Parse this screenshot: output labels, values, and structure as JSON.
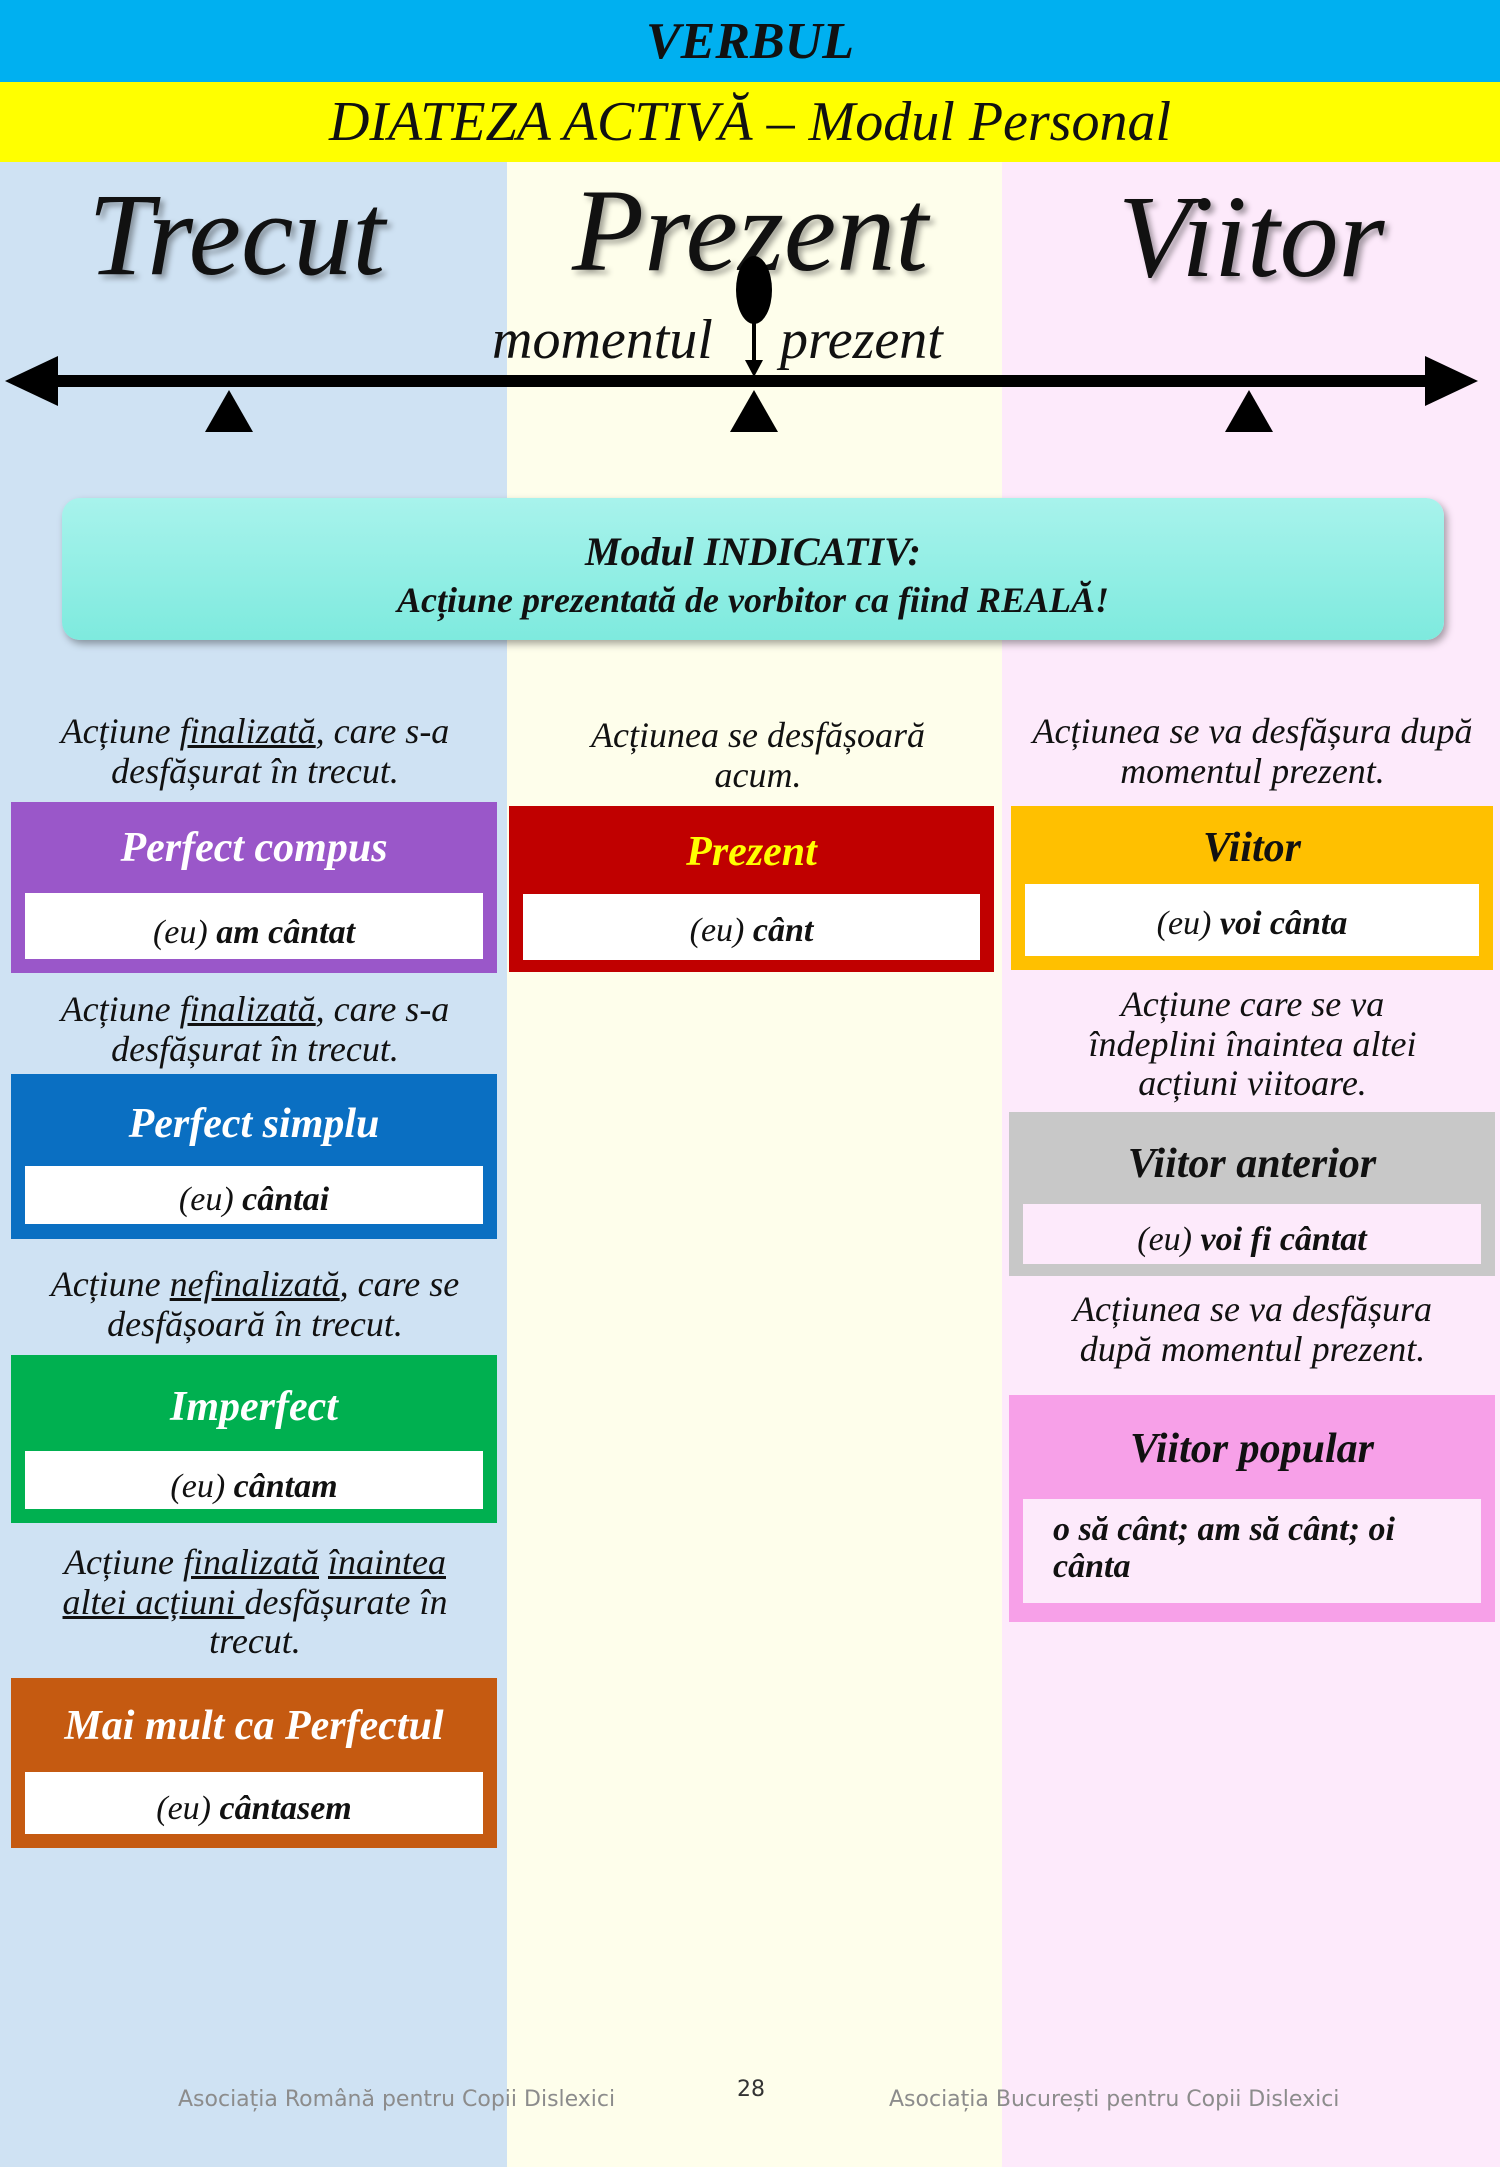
{
  "header": {
    "title": "VERBUL",
    "subtitle": "DIATEZA ACTIVĂ – Modul Personal"
  },
  "timeline": {
    "past_label": "Trecut",
    "present_label": "Prezent",
    "future_label": "Viitor",
    "moment_left": "momentul",
    "moment_right": "prezent"
  },
  "banner": {
    "title": "Modul INDICATIV:",
    "text": "Acțiune prezentată de vorbitor ca fiind REALĂ!"
  },
  "colors": {
    "past_bg": "#cfe2f3",
    "present_bg": "#fefeeb",
    "future_bg": "#fdeafb",
    "banner": "#7eeade"
  },
  "past": {
    "desc1_pre": "Acțiune ",
    "desc1_u": "finalizată",
    "desc1_post": ", care s-a desfășurat în trecut.",
    "tense1": {
      "name": "Perfect compus",
      "pronoun": "(eu)",
      "form": "am cântat",
      "color": "#9a57c9"
    },
    "desc2_pre": "Acțiune ",
    "desc2_u": "finalizată",
    "desc2_post": ", care s-a desfășurat în trecut.",
    "tense2": {
      "name": "Perfect simplu",
      "pronoun": "(eu)",
      "form": "cântai",
      "color": "#0a6fc2"
    },
    "desc3_pre": "Acțiune ",
    "desc3_u": "nefinalizată",
    "desc3_post": ", care se desfășoară în trecut.",
    "tense3": {
      "name": "Imperfect",
      "pronoun": "(eu)",
      "form": "cântam",
      "color": "#00b050"
    },
    "desc4_pre": "Acțiune ",
    "desc4_u1": "finalizată",
    "desc4_mid": " ",
    "desc4_u2": "înaintea",
    "desc4_u3": "altei acțiuni ",
    "desc4_post": "desfășurate în trecut.",
    "tense4": {
      "name": "Mai mult ca Perfectul",
      "pronoun": "(eu)",
      "form": "cântasem",
      "color": "#c55a11"
    }
  },
  "present": {
    "desc": "Acțiunea se desfășoară acum.",
    "tense": {
      "name": "Prezent",
      "pronoun": "(eu)",
      "form": "cânt",
      "color": "#c00000",
      "name_color": "#ffff00"
    }
  },
  "future": {
    "desc1": "Acțiunea se va desfășura după momentul prezent.",
    "tense1": {
      "name": "Viitor",
      "pronoun": "(eu)",
      "form": "voi cânta",
      "color": "#ffc000"
    },
    "desc2": "Acțiune care se va îndeplini înaintea altei acțiuni viitoare.",
    "tense2": {
      "name": "Viitor anterior",
      "pronoun": "(eu)",
      "form": "voi fi cântat",
      "color": "#c8c8c8"
    },
    "desc3": "Acțiunea se va desfășura după momentul prezent.",
    "tense3": {
      "name": "Viitor popular",
      "form": "o să cânt; am să cânt; oi cânta",
      "color": "#f7a0e8"
    }
  },
  "footer": {
    "left": "Asociația Română pentru Copii Dislexici",
    "page": "28",
    "right": "Asociația București pentru Copii Dislexici"
  }
}
